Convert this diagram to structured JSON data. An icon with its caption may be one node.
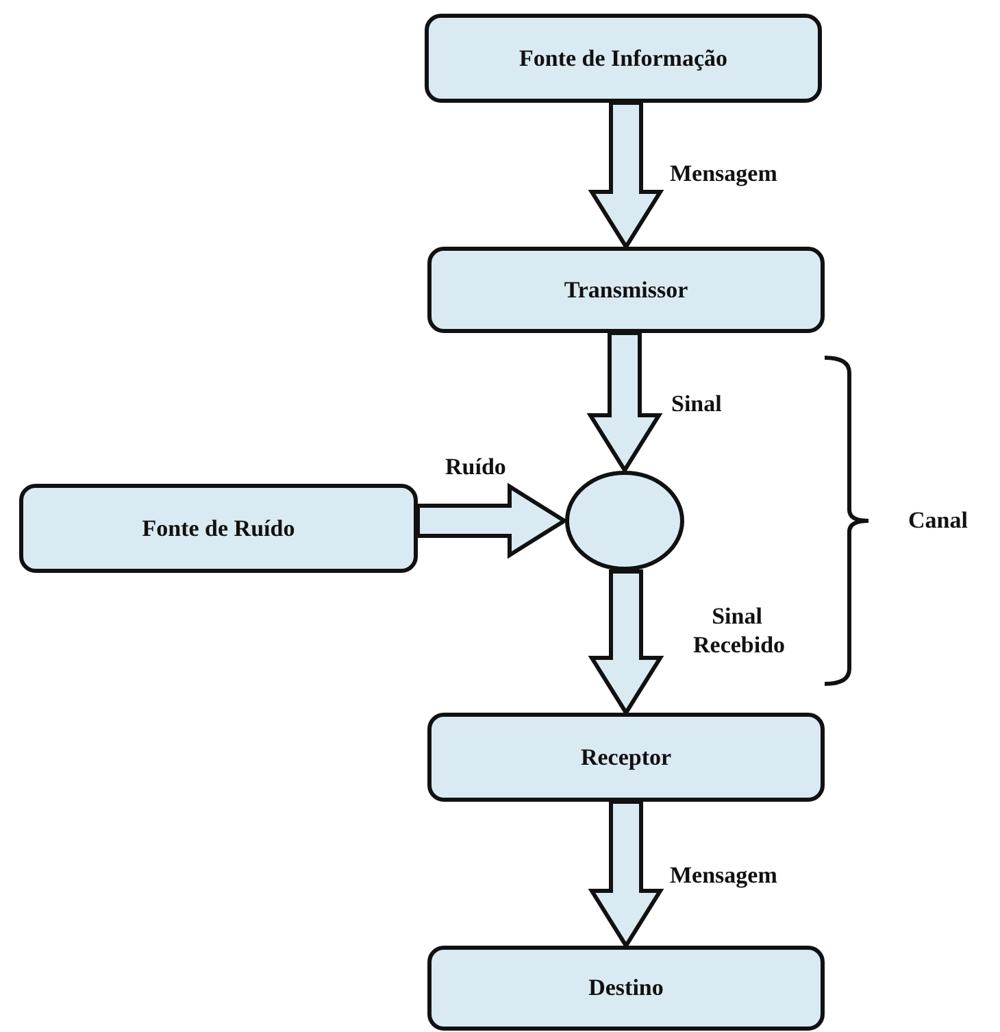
{
  "diagram": {
    "nodes": [
      {
        "text": [
          "Fonte de Informação"
        ]
      },
      {
        "text": [
          "Transmissor"
        ]
      },
      {
        "text": [
          "Fonte de Ruído"
        ]
      },
      {
        "text": [],
        "shape": "circle"
      },
      {
        "text": [
          "Receptor"
        ]
      },
      {
        "text": [
          "Destino"
        ]
      }
    ],
    "edges": [
      {
        "from": 0,
        "to": 1,
        "arrow": "to",
        "label": "Mensagem"
      },
      {
        "from": 1,
        "to": 3,
        "arrow": "to",
        "label": "Sinal"
      },
      {
        "from": 2,
        "to": 3,
        "arrow": "to",
        "label": "Ruído"
      },
      {
        "from": 3,
        "to": 4,
        "arrow": "to",
        "label": "Sinal Recebido"
      },
      {
        "from": 4,
        "to": 5,
        "arrow": "to",
        "label": "Mensagem"
      }
    ],
    "labels": [
      "Canal"
    ]
  }
}
